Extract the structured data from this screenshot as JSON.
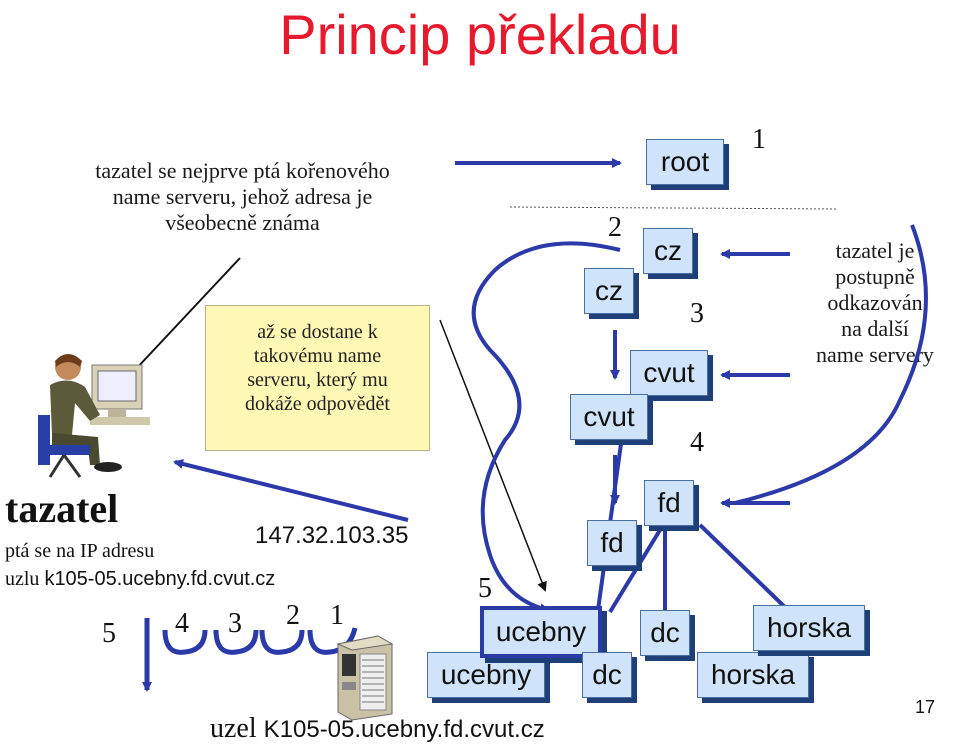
{
  "title": "Princip překladu",
  "intro_note": [
    "tazatel se nejprve ptá kořenového",
    "name serveru, jehož adresa je",
    "všeobecně známa"
  ],
  "yellow_note": [
    "až se dostane k",
    "takovému name",
    "serveru, který mu",
    "dokáže odpovědět"
  ],
  "right_note": [
    "tazatel je",
    "postupně",
    "odkazován",
    "na další",
    "name servery"
  ],
  "asker_label": "tazatel",
  "query_line1": "ptá se na IP adresu",
  "query_line2_prefix": "uzlu ",
  "query_line2_host": "k105-05.ucebny.fd.cvut.cz",
  "ip_address": "147.32.103.35",
  "node_label_prefix": "uzel ",
  "node_label_host": "K105-05.ucebny.fd.cvut.cz",
  "servers": {
    "root": "root",
    "cz_a": "cz",
    "cz_b": "cz",
    "cvut_a": "cvut",
    "cvut_b": "cvut",
    "fd_a": "fd",
    "fd_b": "fd",
    "ucebny_a": "ucebny",
    "ucebny_b": "ucebny",
    "dc_a": "dc",
    "dc_b": "dc",
    "horska_a": "horska",
    "horska_b": "horska"
  },
  "step_numbers": {
    "n1": "1",
    "n2": "2",
    "n3": "3",
    "n4": "4",
    "n5": "5"
  },
  "bottom_steps": {
    "s5": "5",
    "s4": "4",
    "s3": "3",
    "s2": "2",
    "s1": "1"
  },
  "page_number": "17",
  "colors": {
    "title": "#e8192c",
    "arrow": "#2b3aa8",
    "node_fill": "#cfe4fb",
    "node_shadow": "#1f3f78",
    "note_fill": "#fff8b4"
  },
  "icons": {
    "person": "person-at-computer-icon",
    "server": "server-tower-icon"
  }
}
